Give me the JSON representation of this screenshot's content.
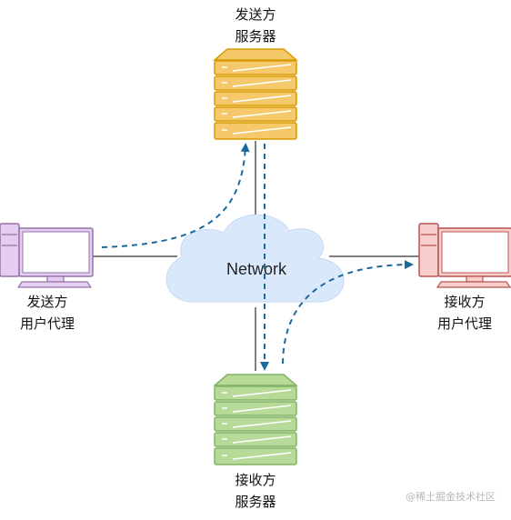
{
  "nodes": {
    "sender_server": {
      "line1": "发送方",
      "line2": "服务器",
      "color": "#f5c96b",
      "stroke": "#d79b00"
    },
    "receiver_server": {
      "line1": "接收方",
      "line2": "服务器",
      "color": "#b7da98",
      "stroke": "#82b366"
    },
    "sender_agent": {
      "line1": "发送方",
      "line2": "用户代理",
      "color": "#e3cdf0",
      "stroke": "#9673a6"
    },
    "receiver_agent": {
      "line1": "接收方",
      "line2": "用户代理",
      "color": "#f8cecc",
      "stroke": "#b85450"
    },
    "network": {
      "label": "Network",
      "color": "#dae8fc"
    }
  },
  "colors": {
    "arrow": "#1a6aa0",
    "line": "#000000"
  },
  "watermark": "@稀土掘金技术社区"
}
